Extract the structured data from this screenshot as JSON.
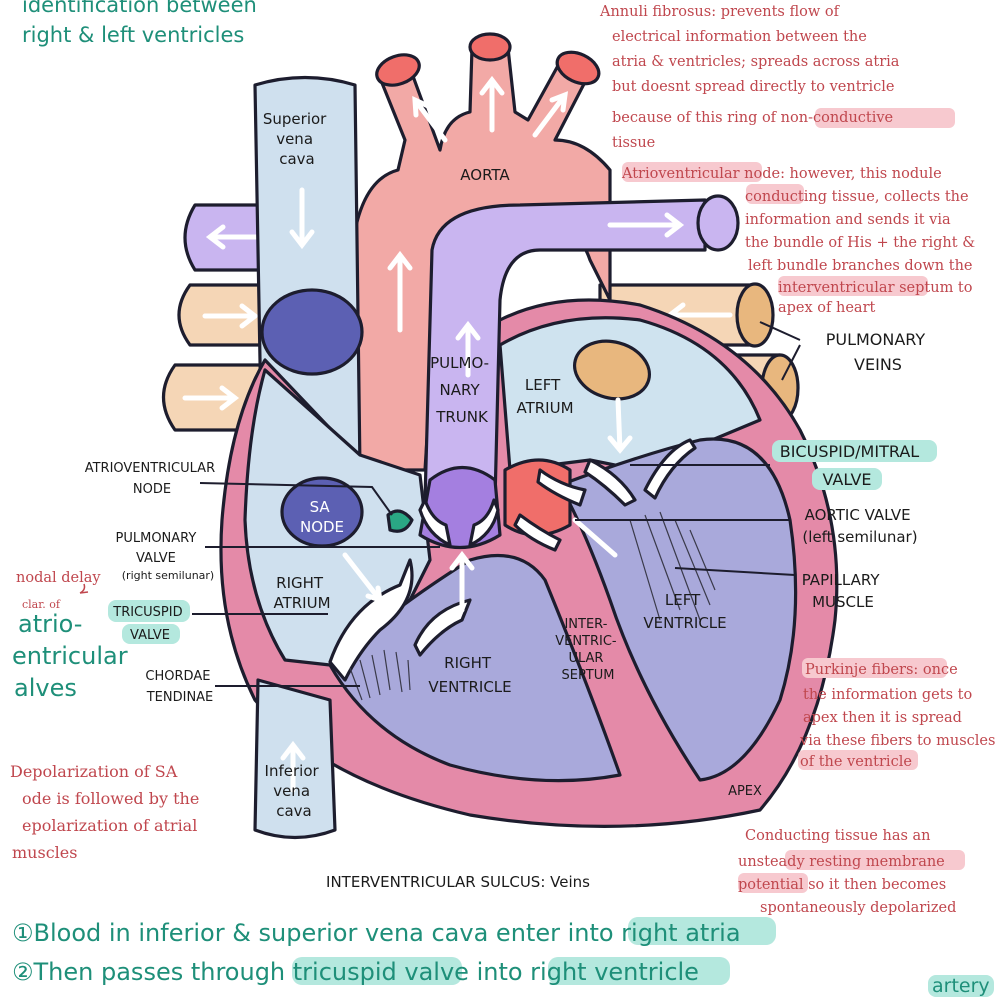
{
  "colors": {
    "aorta": "#f2a9a6",
    "vena_cava": "#cfe0ee",
    "pulmonary_artery": "#c9b5f0",
    "pulmonary_veins": "#f5d6b6",
    "heart_wall": "#e48aa8",
    "ventricle": "#a9a9db",
    "left_atrium": "#cfe3ef",
    "sa_node": "#5c60b3",
    "av_node": "#2aa784",
    "annotation_red": "#c0474e",
    "annotation_teal": "#1e8f79",
    "highlight_teal": "#b4e8de",
    "highlight_pink": "#f7c9cf"
  },
  "labels": {
    "superior_vena_cava": [
      "Superior",
      "vena",
      "cava"
    ],
    "inferior_vena_cava": [
      "Inferior",
      "vena",
      "cava"
    ],
    "aorta": "AORTA",
    "pulmonary_trunk": [
      "PULMO-",
      "NARY",
      "TRUNK"
    ],
    "left_atrium": [
      "LEFT",
      "ATRIUM"
    ],
    "right_atrium": [
      "RIGHT",
      "ATRIUM"
    ],
    "sa_node": [
      "SA",
      "NODE"
    ],
    "right_ventricle": [
      "RIGHT",
      "VENTRICLE"
    ],
    "left_ventricle": [
      "LEFT",
      "VENTRICLE"
    ],
    "septum": [
      "INTER-",
      "VENTRIC-",
      "ULAR",
      "SEPTUM"
    ],
    "apex": "APEX",
    "pulmonary_veins": [
      "PULMONARY",
      "VEINS"
    ],
    "bicuspid_valve": [
      "BICUSPID/MITRAL",
      "VALVE"
    ],
    "aortic_valve": [
      "AORTIC VALVE",
      "(left semilunar)"
    ],
    "papillary_muscle": [
      "PAPILLARY",
      "MUSCLE"
    ],
    "atrioventricular_node": [
      "ATRIOVENTRICULAR",
      "NODE"
    ],
    "pulmonary_valve": [
      "PULMONARY",
      "VALVE",
      "(right semilunar)"
    ],
    "tricuspid_valve": [
      "TRICUSPID",
      "VALVE"
    ],
    "chordae_tendinae": [
      "CHORDAE",
      "TENDINAE"
    ],
    "sulcus": "INTERVENTRICULAR SULCUS: Veins"
  },
  "notes": {
    "top_left": [
      "identification between",
      "right & left ventricles"
    ],
    "annuli": [
      "Annuli fibrosus: prevents flow of",
      "electrical information between the",
      "atria & ventricles; spreads across atria",
      "but doesnt spread directly to ventricle",
      "because of this ring of non-conductive",
      "tissue"
    ],
    "av_node": [
      "Atrioventricular node: however, this nodule",
      "conducting tissue, collects the",
      "information and sends it via",
      "the bundle of His + the right &",
      "left bundle branches down the",
      "interventricular septum to",
      "apex of heart"
    ],
    "nodal_delay": "nodal delay",
    "left_teal": [
      "atrio-",
      "entricular",
      "alves"
    ],
    "left_small": "clar. of",
    "depolarization": [
      "Depolarization of SA",
      "ode is followed by the",
      "epolarization of atrial",
      "muscles"
    ],
    "purkinje": [
      "Purkinje fibers: once",
      "the information gets to",
      "apex then it is spread",
      "via these fibers to muscles",
      "of the ventricle"
    ],
    "conducting": [
      "Conducting tissue has an",
      "unsteady resting membrane",
      "potential so it then becomes",
      "spontaneously depolarized"
    ],
    "steps": [
      "①Blood in inferior & superior vena cava enter into right atria",
      "②Then passes through tricuspid valve into right ventricle"
    ],
    "artery": "artery"
  }
}
